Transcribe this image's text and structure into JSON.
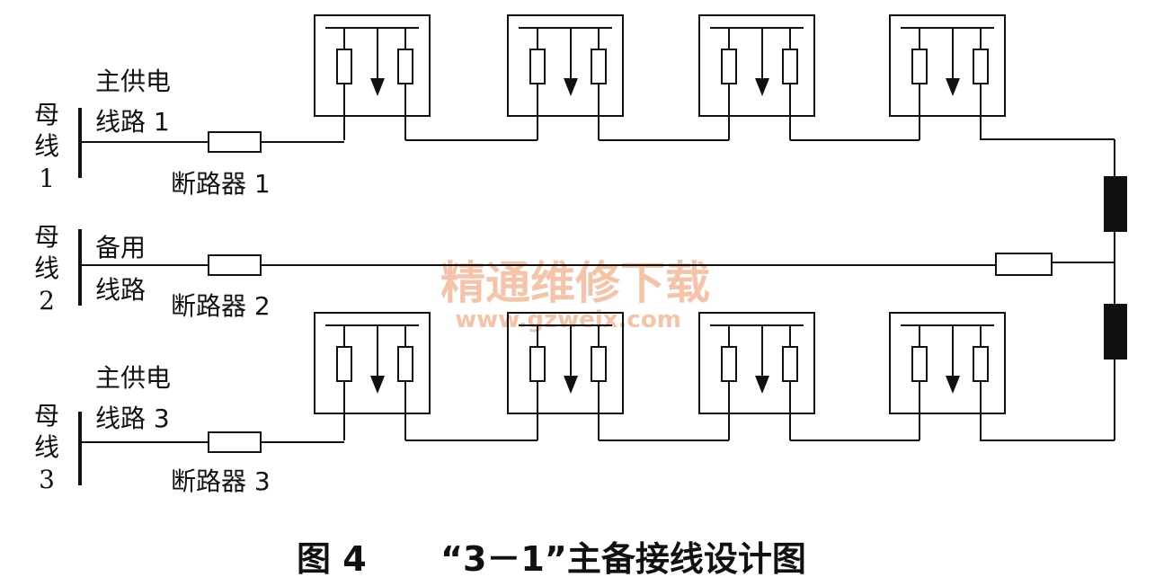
{
  "buses": [
    {
      "label_chars": [
        "母",
        "线",
        "1"
      ]
    },
    {
      "label_chars": [
        "母",
        "线",
        "2"
      ]
    },
    {
      "label_chars": [
        "母",
        "线",
        "3"
      ]
    }
  ],
  "lines": [
    {
      "label_lines": [
        "主供电",
        "线路 1"
      ]
    },
    {
      "label_lines": [
        "备用",
        "线路"
      ]
    },
    {
      "label_lines": [
        "主供电",
        "线路 3"
      ]
    }
  ],
  "breakers": [
    {
      "label": "断路器 1"
    },
    {
      "label": "断路器 2"
    },
    {
      "label": "断路器 3"
    }
  ],
  "watermark": {
    "title": "精通维修下载",
    "url": "www.gzweix.com",
    "color": "#f2b08a"
  },
  "caption": {
    "figure": "图 4",
    "title": "“3－1”主备接线设计图"
  },
  "colors": {
    "ink": "#111111",
    "background": "#ffffff"
  }
}
